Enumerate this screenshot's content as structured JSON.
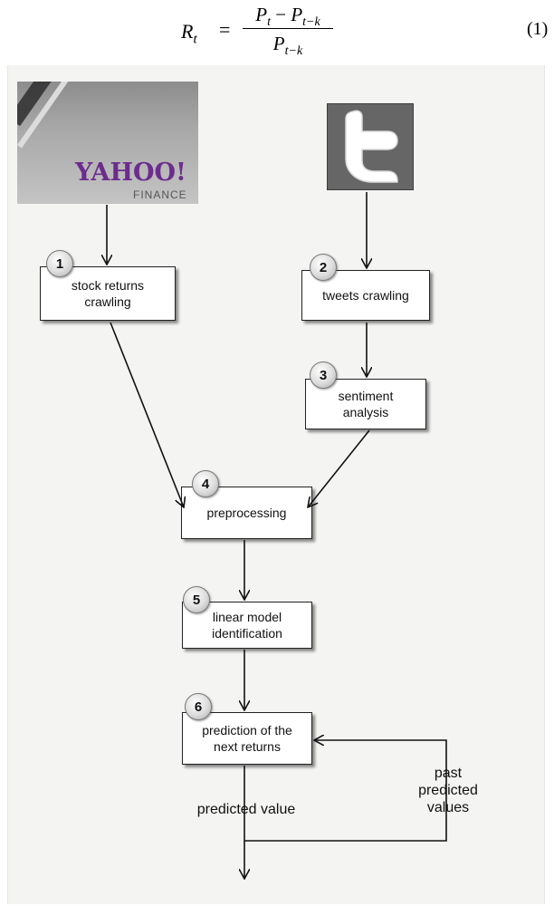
{
  "equation": {
    "lhs_var": "R",
    "lhs_sub": "t",
    "equals": "=",
    "num_a": "P",
    "num_a_sub": "t",
    "num_minus": " − ",
    "num_b": "P",
    "num_b_sub": "t−k",
    "den": "P",
    "den_sub": "t−k",
    "number": "(1)"
  },
  "logos": {
    "yahoo_word": "YAHOO!",
    "yahoo_sub": "FINANCE",
    "twitter_letter": "t"
  },
  "steps": [
    {
      "badge": "1",
      "label": "stock returns\ncrawling"
    },
    {
      "badge": "2",
      "label": "tweets crawling"
    },
    {
      "badge": "3",
      "label": "sentiment\nanalysis"
    },
    {
      "badge": "4",
      "label": "preprocessing"
    },
    {
      "badge": "5",
      "label": "linear model\nidentification"
    },
    {
      "badge": "6",
      "label": "prediction of the\nnext returns"
    }
  ],
  "flow_labels": {
    "predicted_value": "predicted value",
    "past_predicted_values": "past\npredicted\nvalues"
  },
  "colors": {
    "figure_background": "#f4f4f2",
    "yahoo_purple": "#6d2c8d",
    "twitter_gray": "#666666"
  }
}
